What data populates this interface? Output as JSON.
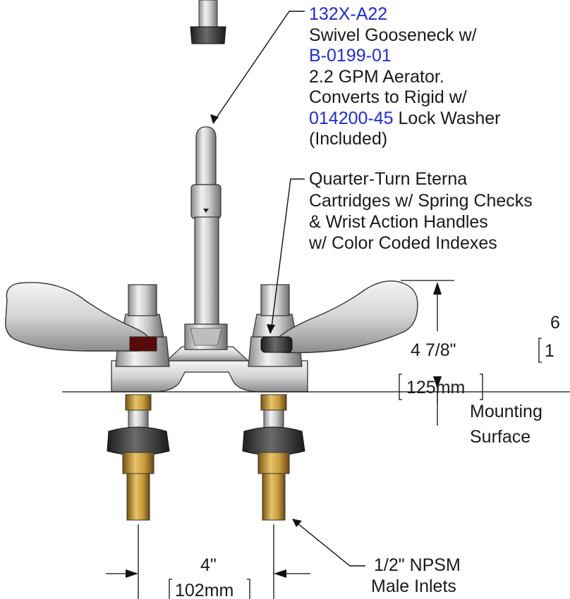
{
  "callouts": {
    "gooseneck": {
      "part_number": "132X-A22",
      "line1": "Swivel Gooseneck w/",
      "aerator_part": "B-0199-01",
      "line3": "2.2 GPM Aerator.",
      "line4": "Converts to Rigid w/",
      "washer_part": "014200-45",
      "line5_suffix": " Lock Washer",
      "line6": "(Included)"
    },
    "cartridge": {
      "line1": "Quarter-Turn Eterna",
      "line2": "Cartridges w/ Spring Checks",
      "line3": "& Wrist Action Handles",
      "line4": "w/ Color Coded Indexes"
    },
    "inlets": {
      "line1": "1/2\" NPSM",
      "line2": "Male Inlets"
    }
  },
  "dimensions": {
    "height": {
      "imperial": "4 7/8\"",
      "metric": "125mm"
    },
    "center": {
      "imperial": "4\"",
      "metric": "102mm"
    },
    "partial_right": {
      "imperial": "6",
      "metric": "1"
    }
  },
  "labels": {
    "mounting_line1": "Mounting",
    "mounting_line2": "Surface"
  },
  "colors": {
    "part_number_blue": "#1f2bd6",
    "chrome_light": "#e6e6e6",
    "chrome_dark": "#7a7a7a",
    "brass": "#b8862b"
  }
}
